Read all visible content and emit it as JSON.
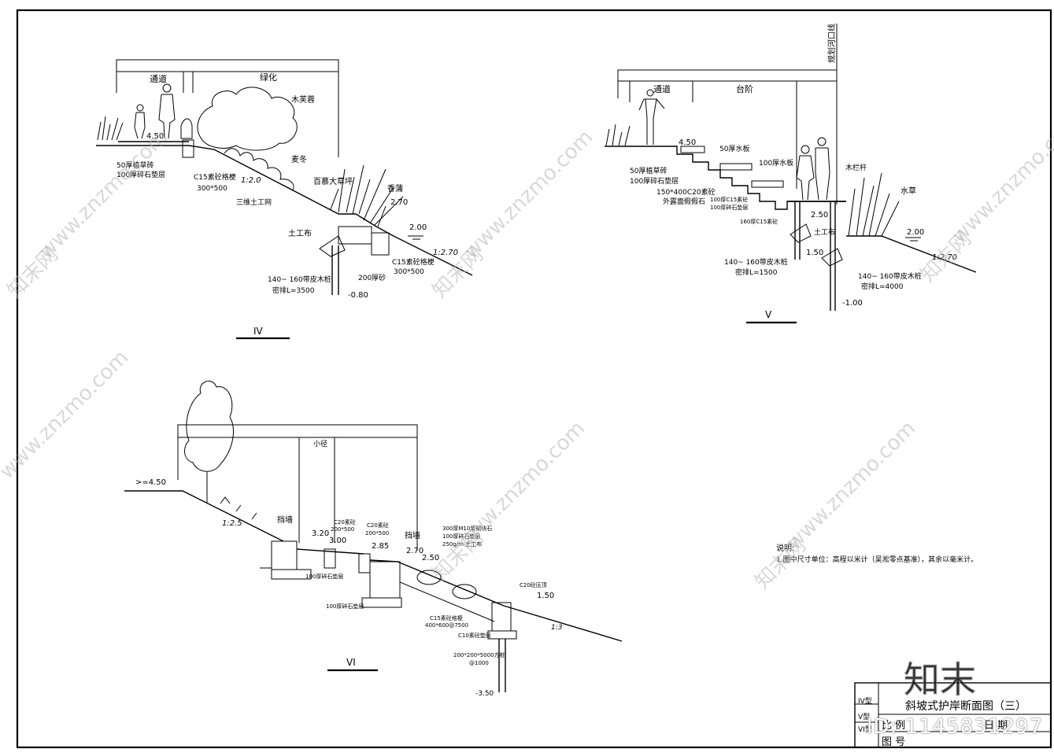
{
  "watermark": {
    "brand_cn": "知末网",
    "site": "www.znzmo.com",
    "logo_big": "知末",
    "id_text": "ID: 1145831297"
  },
  "section_iv": {
    "title": "IV",
    "zone_labels": [
      "通道",
      "绿化"
    ],
    "labels": {
      "elev_top": "4.50",
      "base1": "50厚植草砖",
      "base2": "100厚碎石垫层",
      "beam1_a": "C15素砼格梗",
      "beam1_b": "300*500",
      "slope": "1:2.0",
      "tree": "木芙蓉",
      "grass1": "麦冬",
      "grass2": "百慕大草坪",
      "reed": "香蒲",
      "geonet": "三维土工网",
      "elev_mid": "2.70",
      "elev_water": "2.00",
      "geotextile": "土工布",
      "slope2": "1:2.70",
      "beam2_a": "C15素砼格梗",
      "beam2_b": "300*500",
      "pile_a": "140~ 160带皮木桩",
      "pile_b": "密排L=3500",
      "sand": "200厚砂",
      "elev_bottom": "-0.80"
    }
  },
  "section_v": {
    "title": "V",
    "vertical_label": "规划河口线",
    "zone_labels": [
      "通道",
      "台阶"
    ],
    "labels": {
      "elev_top": "4.50",
      "plank1": "50厚水板",
      "base1": "50厚植草砖",
      "base2": "100厚碎石垫层",
      "steps1": "150*400C20素砼",
      "steps2": "外露面假假石",
      "steps3": "100厚C15素砼",
      "steps4": "100厚碎石垫层",
      "steps5": "160厚C15素砼",
      "plank2": "100厚水板",
      "rail": "木栏杆",
      "aquatic": "水草",
      "elev_deck": "2.50",
      "geotextile": "土工布",
      "elev_water": "2.00",
      "elev_mid": "1.50",
      "slope": "1:2.70",
      "pile1_a": "140~ 160带皮木桩",
      "pile1_b": "密排L=1500",
      "pile2_a": "140~ 160带皮木桩",
      "pile2_b": "密排L=4000",
      "elev_bottom": "-1.00"
    }
  },
  "section_vi": {
    "title": "VI",
    "zone_label": "小径",
    "labels": {
      "elev_top": ">=4.50",
      "slope": "1:2.5",
      "wall1": "挡墙",
      "elev1": "3.20",
      "c20_a": "C20素砼",
      "c20_a2": "200*500",
      "elev2": "3.00",
      "c20_b": "C20素砼",
      "c20_b2": "200*500",
      "elev3": "2.85",
      "wall2": "挡墙",
      "elev4": "2.70",
      "stone1": "300厚M10浆砌块石",
      "stone2": "100厚碎石垫层",
      "geotextile": "250g/m 土工布",
      "elev5": "2.50",
      "gravel1": "100厚碎石垫层",
      "gravel2": "100厚碎石垫层",
      "beam": "C15素砼格梗",
      "beam2": "400*600@7500",
      "c20_c": "C20砼压顶",
      "elev6": "1.50",
      "slope2": "1:3",
      "c10": "C10素砼垫层",
      "pile1": "200*200*5000方桩",
      "pile2": "@1000",
      "elev_bottom": "-3.50"
    }
  },
  "notes": {
    "heading": "说明:",
    "line1": "1.图中尺寸单位：高程以米计（吴淞零点基准），其余以毫米计。"
  },
  "title_block": {
    "title": "斜坡式护岸断面图（三）",
    "rows": [
      "IV型",
      "V型",
      "VI型"
    ],
    "scale_label": "比  例",
    "date_label": "日  期",
    "drawing_no": "图  号"
  }
}
